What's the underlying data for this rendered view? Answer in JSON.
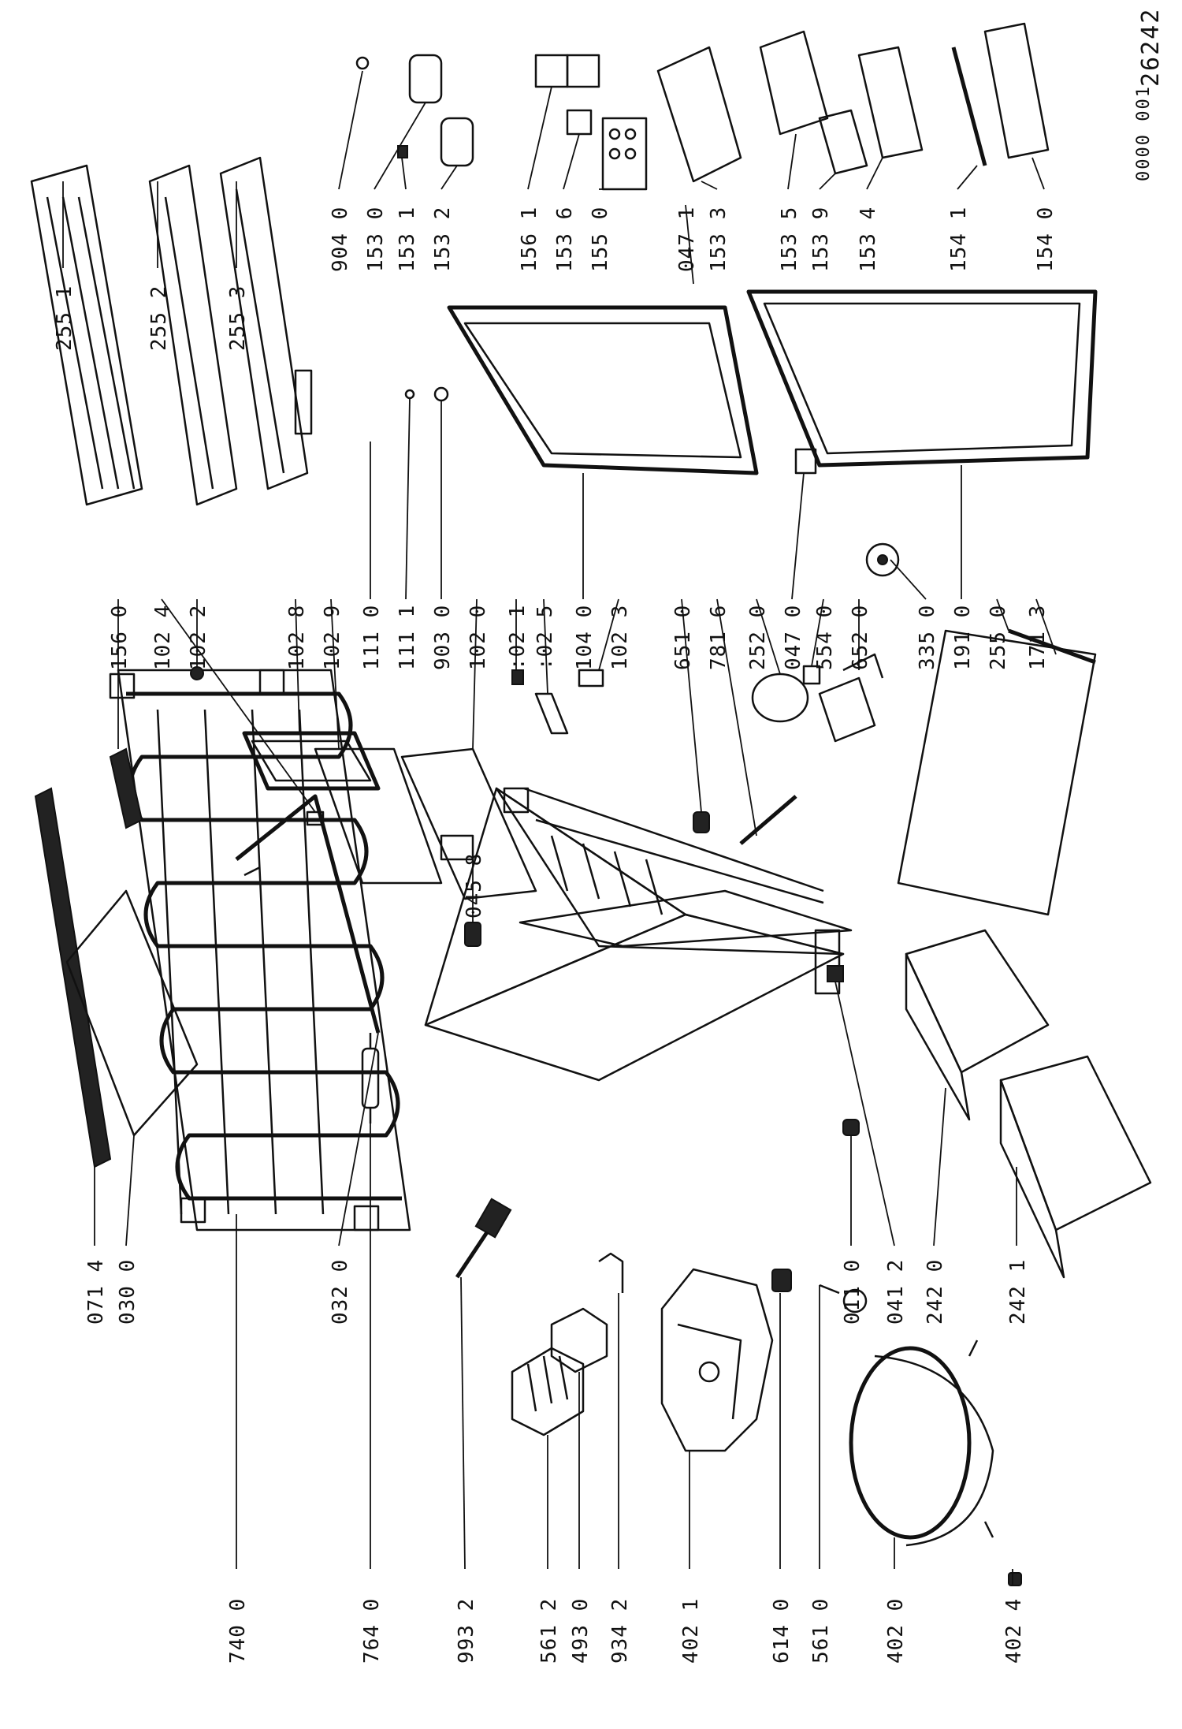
{
  "document": {
    "number_small": "0000 001",
    "number_large": "26242"
  },
  "labels": {
    "l7400": "740 0",
    "l7640": "764 0",
    "l9932": "993 2",
    "l5612": "561 2",
    "l4930": "493 0",
    "l9342": "934 2",
    "l4021": "402 1",
    "l6140": "614 0",
    "l5610": "561 0",
    "l4020": "402 0",
    "l4024": "402 4",
    "l0714": "071 4",
    "l0300": "030 0",
    "l0320": "032 0",
    "l0110": "011 0",
    "l0412": "041 2",
    "l2420": "242 0",
    "l2421": "242 1",
    "l0458": "045 8",
    "l1560": "156 0",
    "l1024": "102 4",
    "l1022": "102 2",
    "l1028": "102 8",
    "l1029": "102 9",
    "l1110": "111 0",
    "l1111": "111 1",
    "l9030": "903 0",
    "l1020": "102 0",
    "l1021": ":02 1",
    "l1025": ":02 5",
    "l1040": "104 0",
    "l1023": "102 3",
    "l6510": "651 0",
    "l7816": "781 6",
    "l2520": "252 0",
    "l0470": "047 0",
    "l5540": "554 0",
    "l6520": "652 0",
    "l3350": "335 0",
    "l1910": "191 0",
    "l2550": "255 0",
    "l1713": "171 3",
    "l2551": "255 1",
    "l2552": "255 2",
    "l2553": "255 3",
    "l9040": "904 0",
    "l1530": "153 0",
    "l1531": "153 1",
    "l1532": "153 2",
    "l1561": "156 1",
    "l1536": "153 6",
    "l1550": "155 0",
    "l0471": "047 1",
    "l1533": "153 3",
    "l1535": "153 5",
    "l1539": "153 9",
    "l1534": "153 4",
    "l1541": "154 1",
    "l1540": "154 0"
  }
}
